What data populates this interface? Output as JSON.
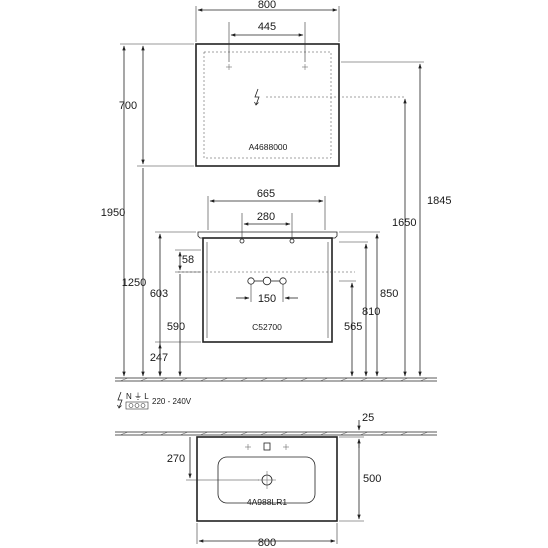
{
  "top_view": {
    "width_label": "800",
    "inner_width_label": "445",
    "height_label": "700",
    "product_code": "A4688000"
  },
  "heights": {
    "mirror_top": "1950",
    "mirror_mid": "1845",
    "mirror_bottom": "1650",
    "vanity_top": "1250",
    "vanity_603": "603",
    "vanity_590": "590",
    "vanity_247": "247",
    "vanity_850": "850",
    "vanity_810": "810",
    "vanity_565": "565"
  },
  "vanity": {
    "outer_width": "665",
    "inner_width": "280",
    "depth_58": "58",
    "tap_spacing": "150",
    "product_code": "C52700"
  },
  "electrical": {
    "terminal_label": "N ⏚ L",
    "voltage": "220 - 240V"
  },
  "basin": {
    "edge_25": "25",
    "depth_270": "270",
    "depth_500": "500",
    "width_800": "800",
    "product_code": "4A988LR1"
  },
  "icons": {
    "electric": "lightning-icon",
    "earth": "earth-ground-icon"
  }
}
